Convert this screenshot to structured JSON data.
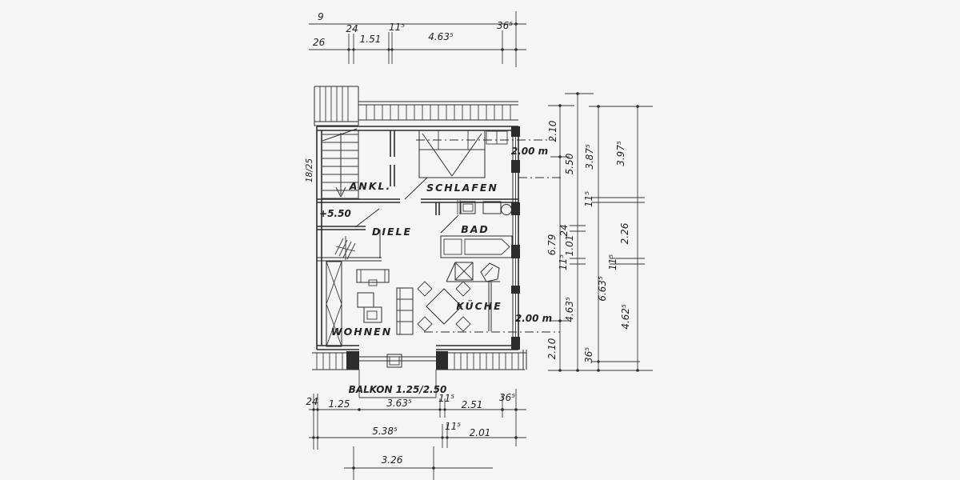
{
  "drawing": {
    "type": "floor-plan",
    "rooms": {
      "ankl": "ANKL.",
      "schlafen": "SCHLAFEN",
      "diele": "DIELE",
      "bad": "BAD",
      "kueche": "KÜCHE",
      "wohnen": "WOHNEN"
    },
    "annotations": {
      "level": "+5.50",
      "height_top": "2.00 m",
      "height_bottom": "2.00 m",
      "balkon": "BALKON 1.25/2.50",
      "stair_note": "18/25"
    },
    "dims_top": {
      "n9": "9",
      "n26": "26",
      "n24": "24",
      "n151": "1.51",
      "n115": "11⁵",
      "n4635": "4.63⁵",
      "n365": "36⁵"
    },
    "dims_bottom_a": {
      "n24": "24",
      "n125": "1.25",
      "n3635": "3.63⁵",
      "n115": "11⁵",
      "n251": "2.51",
      "n365": "36⁵"
    },
    "dims_bottom_b": {
      "n5385": "5.38⁵",
      "n115": "11⁵",
      "n201": "2.01"
    },
    "dims_bottom_c": {
      "n326": "3.26"
    },
    "dims_right_1": {
      "a": "2.10",
      "b": "6.79",
      "c": "2.10"
    },
    "dims_right_2": {
      "a": "5.50",
      "b": "24",
      "c": "1.01",
      "d": "11⁵",
      "e": "4.63⁵"
    },
    "dims_right_3": {
      "a": "3.87⁵",
      "b": "11⁵",
      "c": "6.63⁵",
      "d": "36⁵"
    },
    "dims_right_4": {
      "a": "3.97⁵",
      "b": "2.26",
      "c": "11⁵",
      "d": "4.62⁵"
    }
  },
  "colors": {
    "paper": "#f6f5f3",
    "ink": "#2e2c2a"
  }
}
